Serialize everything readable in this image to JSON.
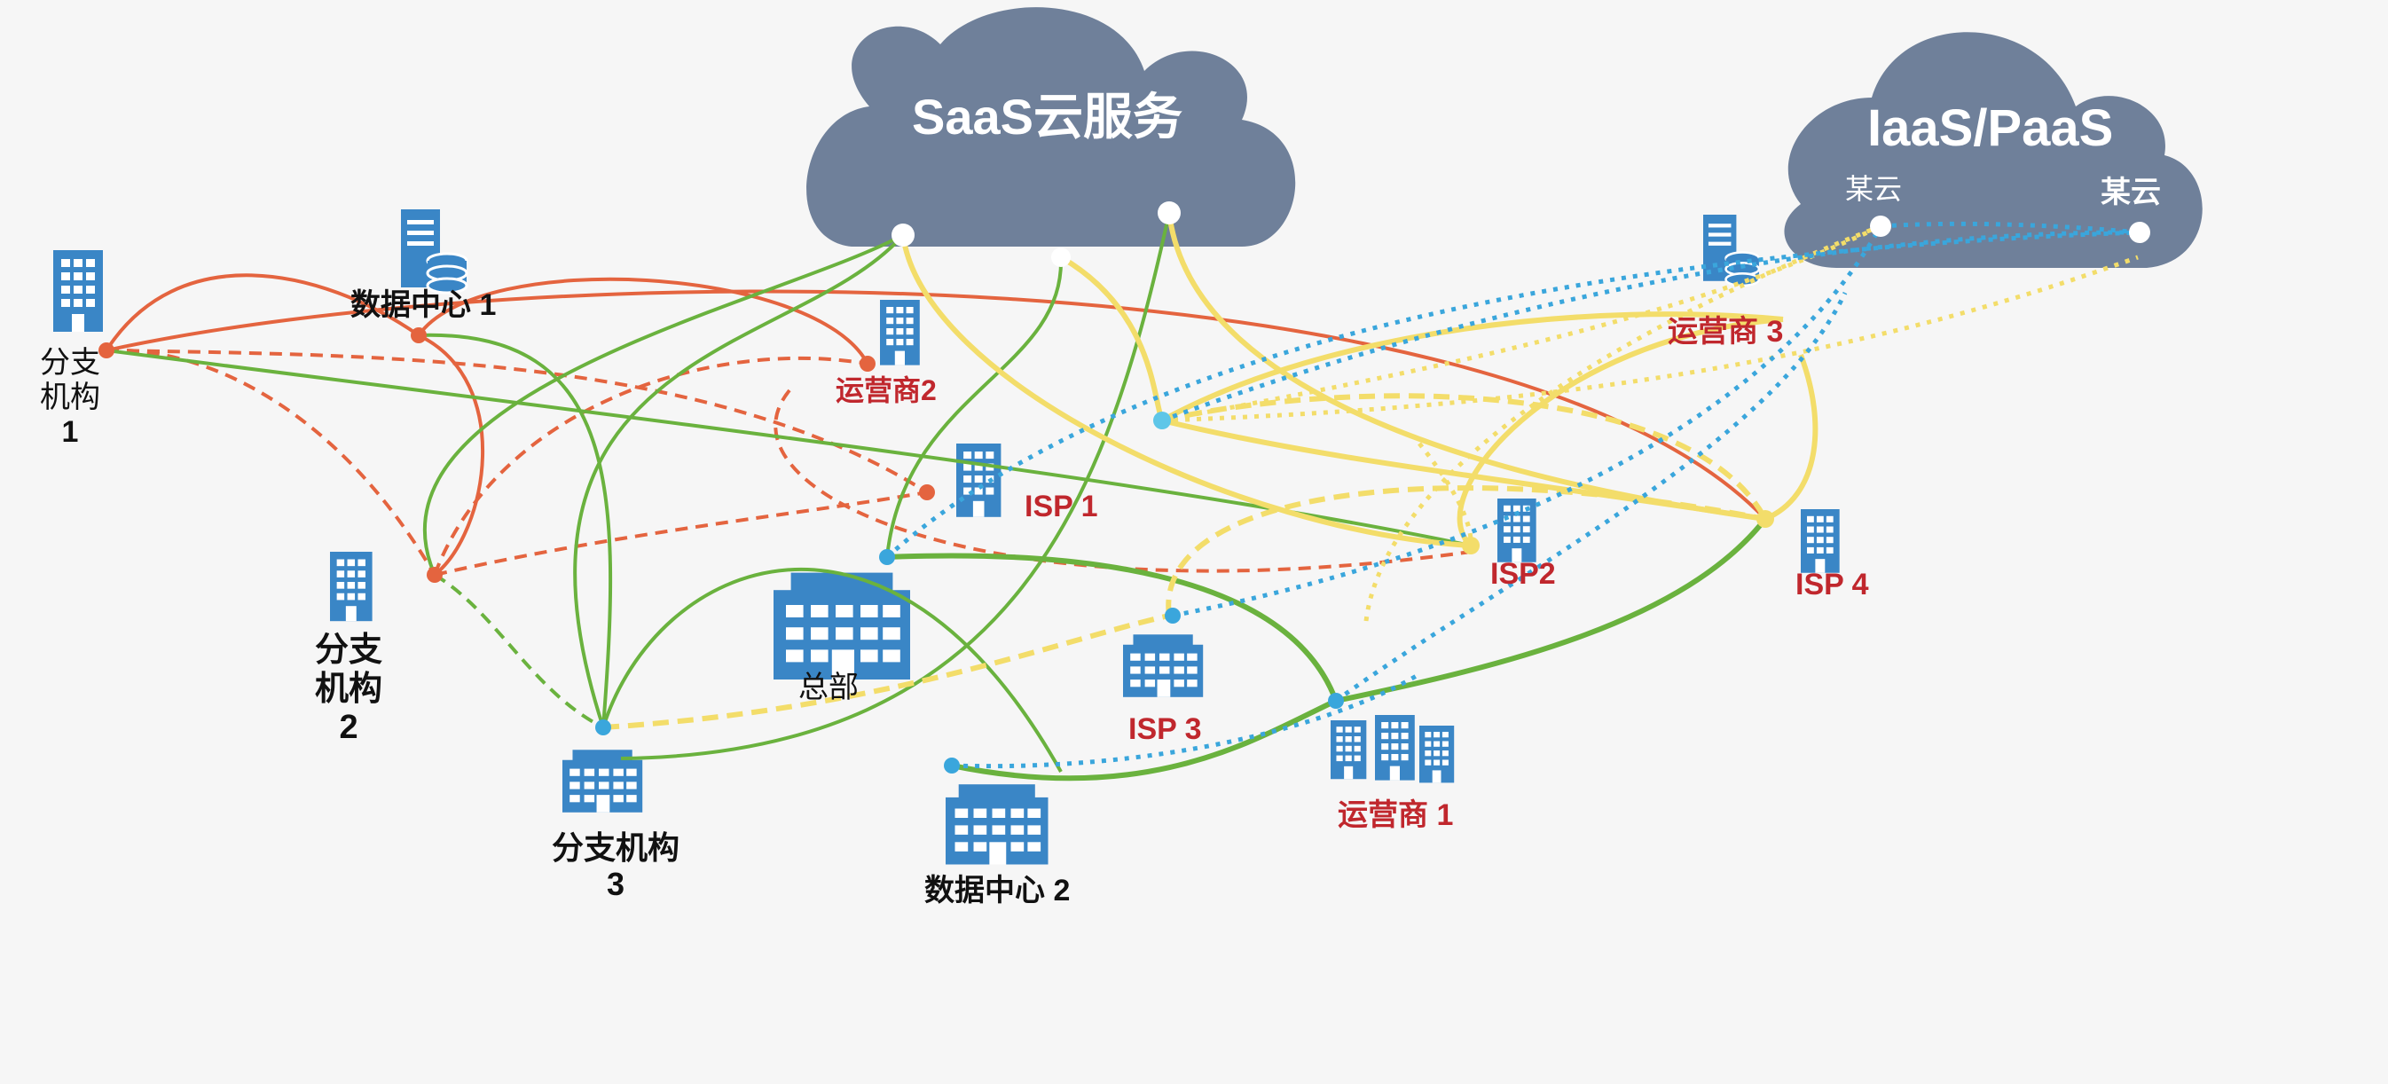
{
  "clouds": {
    "saas": {
      "title": "SaaS云服务"
    },
    "iaas": {
      "title": "IaaS/PaaS",
      "node_left": "某云",
      "node_right": "某云"
    }
  },
  "nodes": {
    "branch1": {
      "line1": "分支",
      "line2": "机构",
      "line3": "1"
    },
    "branch2": {
      "line1": "分支",
      "line2": "机构",
      "line3": "2"
    },
    "branch3": {
      "line1": "分支机构",
      "line2": "3"
    },
    "dc1": "数据中心 1",
    "dc2": "数据中心 2",
    "hq": "总部",
    "carrier1": "运营商 1",
    "carrier2": "运营商2",
    "carrier3": "运营商 3",
    "isp1": "ISP 1",
    "isp2": "ISP2",
    "isp3": "ISP 3",
    "isp4": "ISP 4"
  },
  "colors": {
    "cloud": "#6f809a",
    "building": "#3a86c6",
    "link_red": "#e4643f",
    "link_green": "#6ab23e",
    "link_yellow": "#f3dd6a",
    "link_blue": "#3aa6dc",
    "label_red": "#c0272d"
  }
}
